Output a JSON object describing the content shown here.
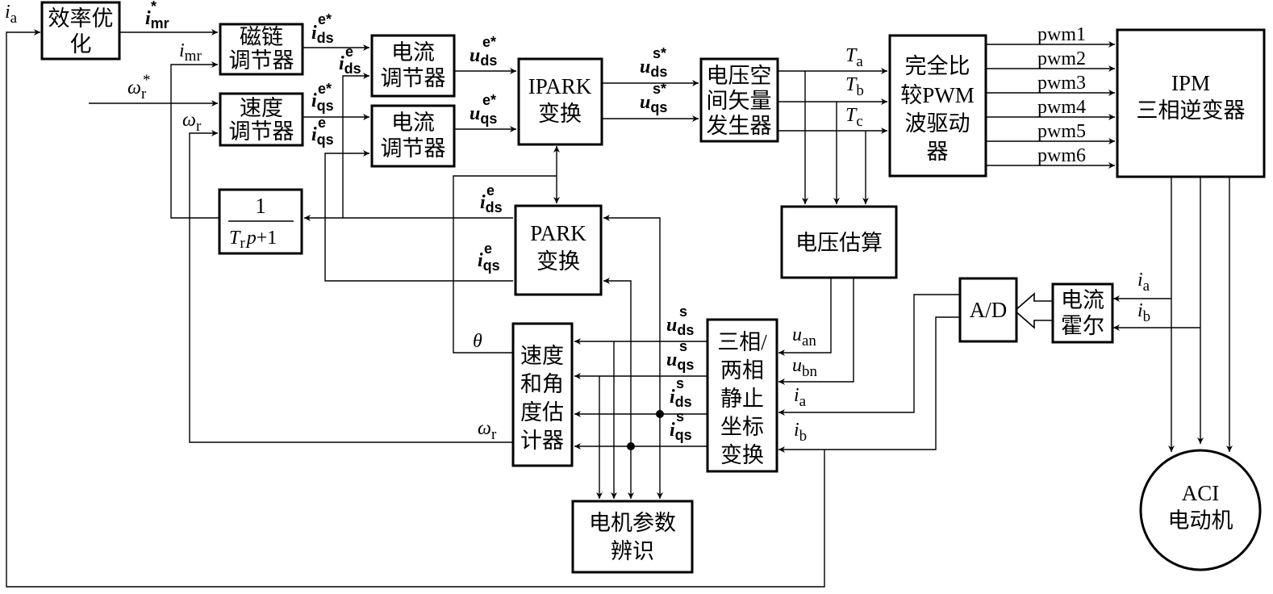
{
  "blocks": {
    "efficiency": [
      "效率优",
      "化"
    ],
    "flux_reg": [
      "磁链",
      "调节器"
    ],
    "speed_reg": [
      "速度",
      "调节器"
    ],
    "cur_reg_d": [
      "电流",
      "调节器"
    ],
    "cur_reg_q": [
      "电流",
      "调节器"
    ],
    "ipark": [
      "IPARK",
      "变换"
    ],
    "svpwm": [
      "电压空",
      "间矢量",
      "发生器"
    ],
    "pwm_driver": [
      "完全比",
      "较PWM",
      "波驱动",
      "器"
    ],
    "ipm": [
      "IPM",
      "三相逆变器"
    ],
    "tf": {
      "num": "1",
      "den_T": "T",
      "den_r": "r",
      "den_p": "p",
      "den_rest": "+1"
    },
    "park": [
      "PARK",
      "变换"
    ],
    "volt_est": [
      "电压估算"
    ],
    "ad": [
      "A/D"
    ],
    "hall": [
      "电流",
      "霍尔"
    ],
    "speed_est": [
      "速度",
      "和角",
      "度估",
      "计器"
    ],
    "clarke": [
      "三相/",
      "两相",
      "静止",
      "坐标",
      "变换"
    ],
    "param_id": [
      "电机参数",
      "辨识"
    ],
    "motor": [
      "ACI",
      "电动机"
    ]
  },
  "signals": {
    "i_a_top": {
      "main": "i",
      "sub": "a"
    },
    "i_mr_star": {
      "main": "i",
      "sub": "mr",
      "sup": "*"
    },
    "i_mr": {
      "main": "i",
      "sub": "mr"
    },
    "omega_r_star": {
      "main": "ω",
      "sub": "r",
      "sup": "*"
    },
    "omega_r_in": {
      "main": "ω",
      "sub": "r"
    },
    "i_ds_e_star": {
      "main": "i",
      "sub": "ds",
      "sup": "e*"
    },
    "i_qs_e_star": {
      "main": "i",
      "sub": "qs",
      "sup": "e*"
    },
    "i_ds_e_fb": {
      "main": "i",
      "sub": "ds",
      "sup": "e"
    },
    "i_qs_e_fb": {
      "main": "i",
      "sub": "qs",
      "sup": "e"
    },
    "u_ds_e_star": {
      "main": "u",
      "sub": "ds",
      "sup": "e*"
    },
    "u_qs_e_star": {
      "main": "u",
      "sub": "qs",
      "sup": "e*"
    },
    "u_ds_s_star": {
      "main": "u",
      "sub": "ds",
      "sup": "s*"
    },
    "u_qs_s_star": {
      "main": "u",
      "sub": "qs",
      "sup": "s*"
    },
    "T_a": {
      "main": "T",
      "sub": "a"
    },
    "T_b": {
      "main": "T",
      "sub": "b"
    },
    "T_c": {
      "main": "T",
      "sub": "c"
    },
    "pwm": [
      "pwm1",
      "pwm2",
      "pwm3",
      "pwm4",
      "pwm5",
      "pwm6"
    ],
    "park_ids": {
      "main": "i",
      "sub": "ds",
      "sup": "e"
    },
    "park_iqs": {
      "main": "i",
      "sub": "qs",
      "sup": "e"
    },
    "theta": "θ",
    "omega_r_out": {
      "main": "ω",
      "sub": "r"
    },
    "u_ds_s": {
      "main": "u",
      "sub": "ds",
      "sup": "s"
    },
    "u_qs_s": {
      "main": "u",
      "sub": "qs",
      "sup": "s"
    },
    "i_ds_s": {
      "main": "i",
      "sub": "ds",
      "sup": "s"
    },
    "i_qs_s": {
      "main": "i",
      "sub": "qs",
      "sup": "s"
    },
    "u_an": {
      "main": "u",
      "sub": "an"
    },
    "u_bn": {
      "main": "u",
      "sub": "bn"
    },
    "i_a_mid": {
      "main": "i",
      "sub": "a"
    },
    "i_b_mid": {
      "main": "i",
      "sub": "b"
    },
    "i_a_hall": {
      "main": "i",
      "sub": "a"
    },
    "i_b_hall": {
      "main": "i",
      "sub": "b"
    }
  }
}
